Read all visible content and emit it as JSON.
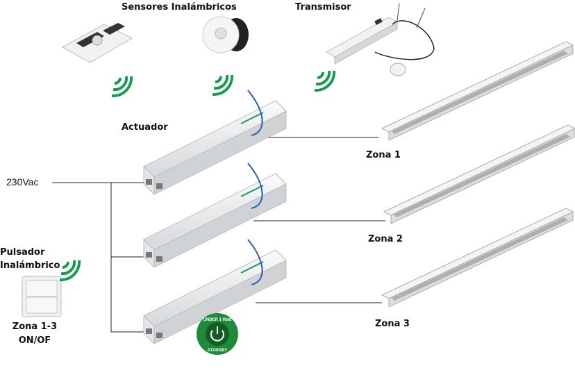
{
  "labels": {
    "sensors": "Sensores Inalámbricos",
    "transmitter": "Transmisor",
    "actuator": "Actuador",
    "supply": "230Vac",
    "push_button_line1": "Pulsador",
    "push_button_line2": "Inalámbrico",
    "zone_switch_line1": "Zona 1-3",
    "zone_switch_line2": "ON/OF",
    "zone1": "Zona 1",
    "zone2": "Zona 2",
    "zone3": "Zona 3"
  },
  "badge": {
    "top": "UNDER 1 Watt",
    "bottom": "STANDBY"
  },
  "colors": {
    "wireless": "#1a9a50",
    "badge": "#1f8a3a",
    "wire": "#2a5fb0"
  }
}
